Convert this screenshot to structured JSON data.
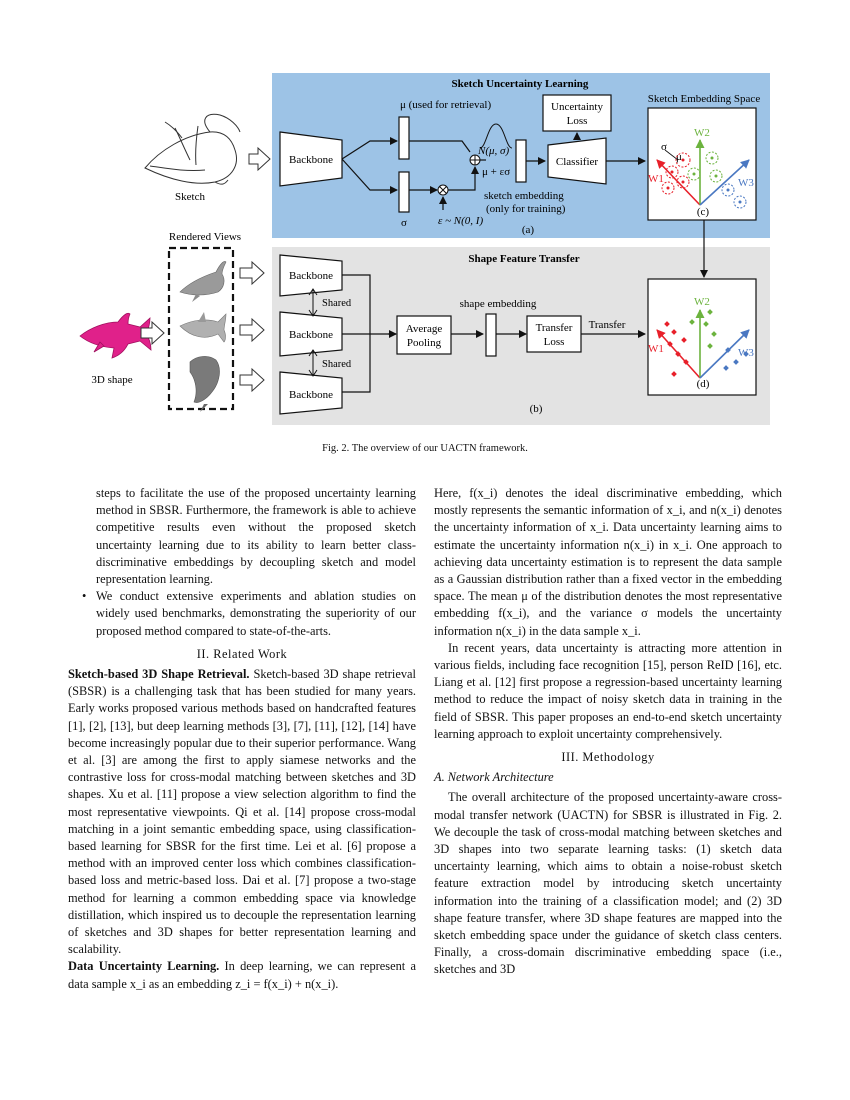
{
  "figure": {
    "panel_a": {
      "title": "Sketch Uncertainty Learning",
      "label": "(a)",
      "sketch_label": "Sketch",
      "backbone": "Backbone",
      "mu_label": "μ (used for retrieval)",
      "sigma_label": "σ",
      "normal_label": "N(μ, σ)",
      "reparam_label": "μ + εσ",
      "epsilon_label": "ε ~ N(0, I)",
      "embedding_label_1": "sketch embedding",
      "embedding_label_2": "(only for training)",
      "uncertainty_loss_1": "Uncertainty",
      "uncertainty_loss_2": "Loss",
      "classifier": "Classifier",
      "space_title": "Sketch Embedding Space",
      "space_sigma": "σ",
      "space_mu": "μ",
      "w1": "W1",
      "w2": "W2",
      "w3": "W3",
      "space_label": "(c)"
    },
    "panel_b": {
      "title": "Shape Feature Transfer",
      "label": "(b)",
      "rendered_views": "Rendered Views",
      "shape_label": "3D shape",
      "backbone": "Backbone",
      "shared": "Shared",
      "average_1": "Average",
      "average_2": "Pooling",
      "shape_embedding": "shape embedding",
      "transfer_loss_1": "Transfer",
      "transfer_loss_2": "Loss",
      "transfer": "Transfer",
      "w1": "W1",
      "w2": "W2",
      "w3": "W3",
      "space_label": "(d)"
    },
    "caption": "Fig. 2.  The overview of our UACTN framework.",
    "colors": {
      "panel_a_bg": "#9dc3e6",
      "panel_b_bg": "#e3e3e3",
      "red": "#e8202a",
      "green": "#6cb33e",
      "blue": "#4a78c2",
      "shark": "#e0218a"
    }
  },
  "left_column": {
    "bullet1_tail": "steps to facilitate the use of the proposed uncertainty learning method in SBSR. Furthermore, the framework is able to achieve competitive results even without the proposed sketch uncertainty learning due to its ability to learn better class-discriminative embeddings by decoupling sketch and model representation learning.",
    "bullet2": "We conduct extensive experiments and ablation studies on widely used benchmarks, demonstrating the superiority of our proposed method compared to state-of-the-arts.",
    "section2_title": "II. Related Work",
    "para1_lead": "Sketch-based 3D Shape Retrieval.",
    "para1_body": " Sketch-based 3D shape retrieval (SBSR) is a challenging task that has been studied for many years. Early works proposed various methods based on handcrafted features [1], [2], [13], but deep learning methods [3], [7], [11], [12], [14] have become increasingly popular due to their superior performance. Wang et al. [3] are among the first to apply siamese networks and the contrastive loss for cross-modal matching between sketches and 3D shapes. Xu et al. [11] propose a view selection algorithm to find the most representative viewpoints. Qi et al. [14] propose cross-modal matching in a joint semantic embedding space, using classification-based learning for SBSR for the first time. Lei et al. [6] propose a method with an improved center loss which combines classification-based loss and metric-based loss. Dai et al. [7] propose a two-stage method for learning a common embedding space via knowledge distillation, which inspired us to decouple the representation learning of sketches and 3D shapes for better representation learning and scalability.",
    "para2_lead": "Data Uncertainty Learning.",
    "para2_body": " In deep learning, we can represent a data sample x_i as an embedding z_i = f(x_i) + n(x_i)."
  },
  "right_column": {
    "para1": "Here, f(x_i) denotes the ideal discriminative embedding, which mostly represents the semantic information of x_i, and n(x_i) denotes the uncertainty information of x_i. Data uncertainty learning aims to estimate the uncertainty information n(x_i) in x_i. One approach to achieving data uncertainty estimation is to represent the data sample as a Gaussian distribution rather than a fixed vector in the embedding space. The mean μ of the distribution denotes the most representative embedding f(x_i), and the variance σ models the uncertainty information n(x_i) in the data sample x_i.",
    "para2": "In recent years, data uncertainty is attracting more attention in various fields, including face recognition [15], person ReID [16], etc. Liang et al. [12] first propose a regression-based uncertainty learning method to reduce the impact of noisy sketch data in training in the field of SBSR. This paper proposes an end-to-end sketch uncertainty learning approach to exploit uncertainty comprehensively.",
    "section3_title": "III. Methodology",
    "subsection_title": "A. Network Architecture",
    "para3": "The overall architecture of the proposed uncertainty-aware cross-modal transfer network (UACTN) for SBSR is illustrated in Fig. 2. We decouple the task of cross-modal matching between sketches and 3D shapes into two separate learning tasks: (1) sketch data uncertainty learning, which aims to obtain a noise-robust sketch feature extraction model by introducing sketch uncertainty information into the training of a classification model; and (2) 3D shape feature transfer, where 3D shape features are mapped into the sketch embedding space under the guidance of sketch class centers. Finally, a cross-domain discriminative embedding space (i.e., sketches and 3D"
  }
}
